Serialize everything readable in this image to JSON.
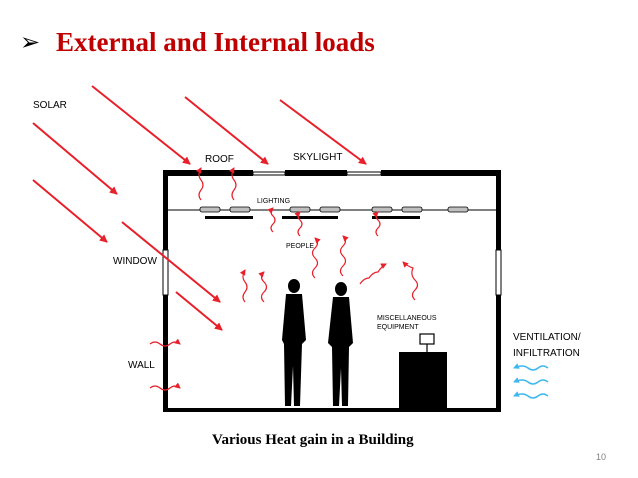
{
  "slide": {
    "title_bullet": "➢",
    "title": "External and Internal loads",
    "caption": "Various Heat gain in a Building",
    "page_number": "10"
  },
  "diagram": {
    "labels": {
      "solar": "SOLAR",
      "roof": "ROOF",
      "skylight": "SKYLIGHT",
      "lighting": "LIGHTING",
      "people": "PEOPLE",
      "window": "WINDOW",
      "misc_line1": "MISCELLANEOUS",
      "misc_line2": "EQUIPMENT",
      "ventilation_line1": "VENTILATION/",
      "ventilation_line2": "INFILTRATION",
      "wall": "WALL"
    },
    "colors": {
      "title": "#c00000",
      "solar_arrow": "#e8202a",
      "heat_wave": "#e8202a",
      "air_wave": "#3fb8ef",
      "structure": "#000000"
    }
  }
}
